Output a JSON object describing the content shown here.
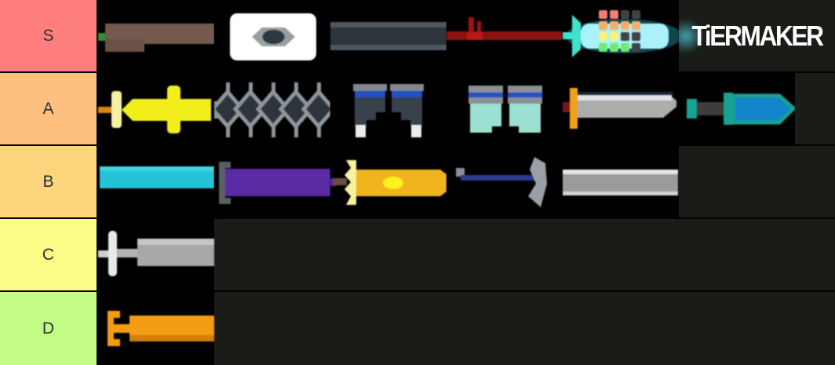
{
  "page": {
    "trailing_background": "#1a1c17",
    "cell_background": "#000000",
    "label_text_color": "#2c3338"
  },
  "logo": {
    "text": "TiERMAKER",
    "color": "#ffffff"
  },
  "tiers": [
    {
      "label": "S",
      "color": "#ff7f7f",
      "items": [
        "green-tipped-rifle",
        "white-eye-card",
        "steel-pipe",
        "red-spear",
        "rainbow-grid-syringe"
      ]
    },
    {
      "label": "A",
      "color": "#ffc07f",
      "items": [
        "yellow-syringe-sword",
        "spiked-chain",
        "dark-leggings-pair",
        "teal-canister-pair",
        "orange-guard-blade",
        "teal-blue-sword"
      ]
    },
    {
      "label": "B",
      "color": "#fcd57c",
      "items": [
        "cyan-pipe",
        "purple-rod",
        "golden-sword",
        "blue-hook-hammer",
        "gray-pipe"
      ]
    },
    {
      "label": "C",
      "color": "#fafc85",
      "items": [
        "gray-syringe"
      ]
    },
    {
      "label": "D",
      "color": "#c2fc85",
      "items": [
        "orange-syringe"
      ]
    }
  ]
}
